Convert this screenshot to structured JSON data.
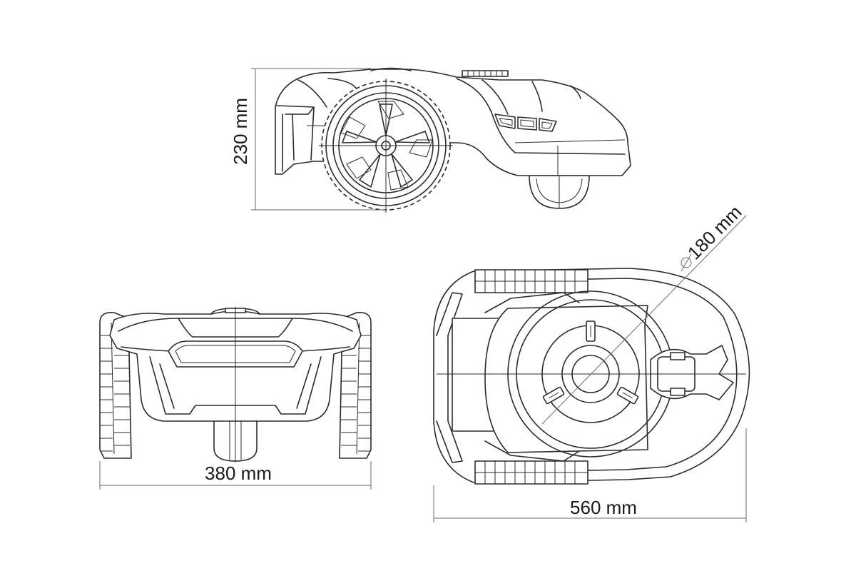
{
  "dimensions": {
    "height": "230 mm",
    "width": "380 mm",
    "length": "560 mm",
    "cut_diameter": "180 mm"
  },
  "diameter_symbol": "∅",
  "colors": {
    "line": "#2b2b2b",
    "dimension_line": "#6a6a6a",
    "background": "#ffffff"
  }
}
